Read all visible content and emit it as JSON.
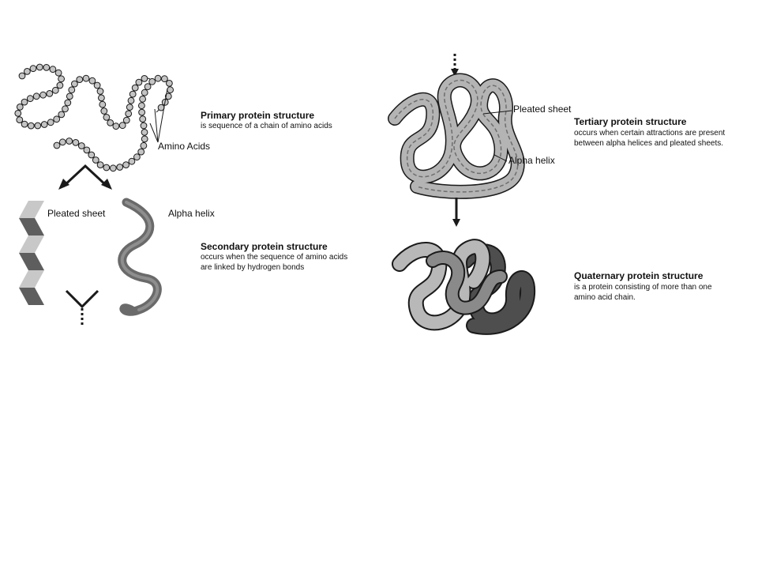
{
  "stages": {
    "primary": {
      "title": "Primary protein structure",
      "description": [
        "is sequence of a chain of amino acids"
      ],
      "callout": "Amino Acids"
    },
    "secondary": {
      "title": "Secondary protein structure",
      "description": [
        "occurs when the sequence of amino acids",
        "are linked by hydrogen bonds"
      ],
      "sheet_label": "Pleated sheet",
      "helix_label": "Alpha helix"
    },
    "tertiary": {
      "title": "Tertiary protein structure",
      "description": [
        "occurs when certain attractions are present",
        "between alpha helices and pleated sheets."
      ],
      "sheet_label": "Pleated sheet",
      "helix_label": "Alpha helix"
    },
    "quaternary": {
      "title": "Quaternary protein structure",
      "description": [
        "is a protein consisting of more than one",
        "amino acid chain."
      ]
    }
  },
  "colors": {
    "bead_fill": "#c4c4c4",
    "line": "#1a1a1a",
    "sheet_light": "#c8c8c8",
    "sheet_dark": "#5e5e5e",
    "helix": "#6a6a6a",
    "chain_light": "#b8b8b8",
    "chain_mid": "#8a8a8a",
    "chain_dark": "#4e4e4e"
  }
}
